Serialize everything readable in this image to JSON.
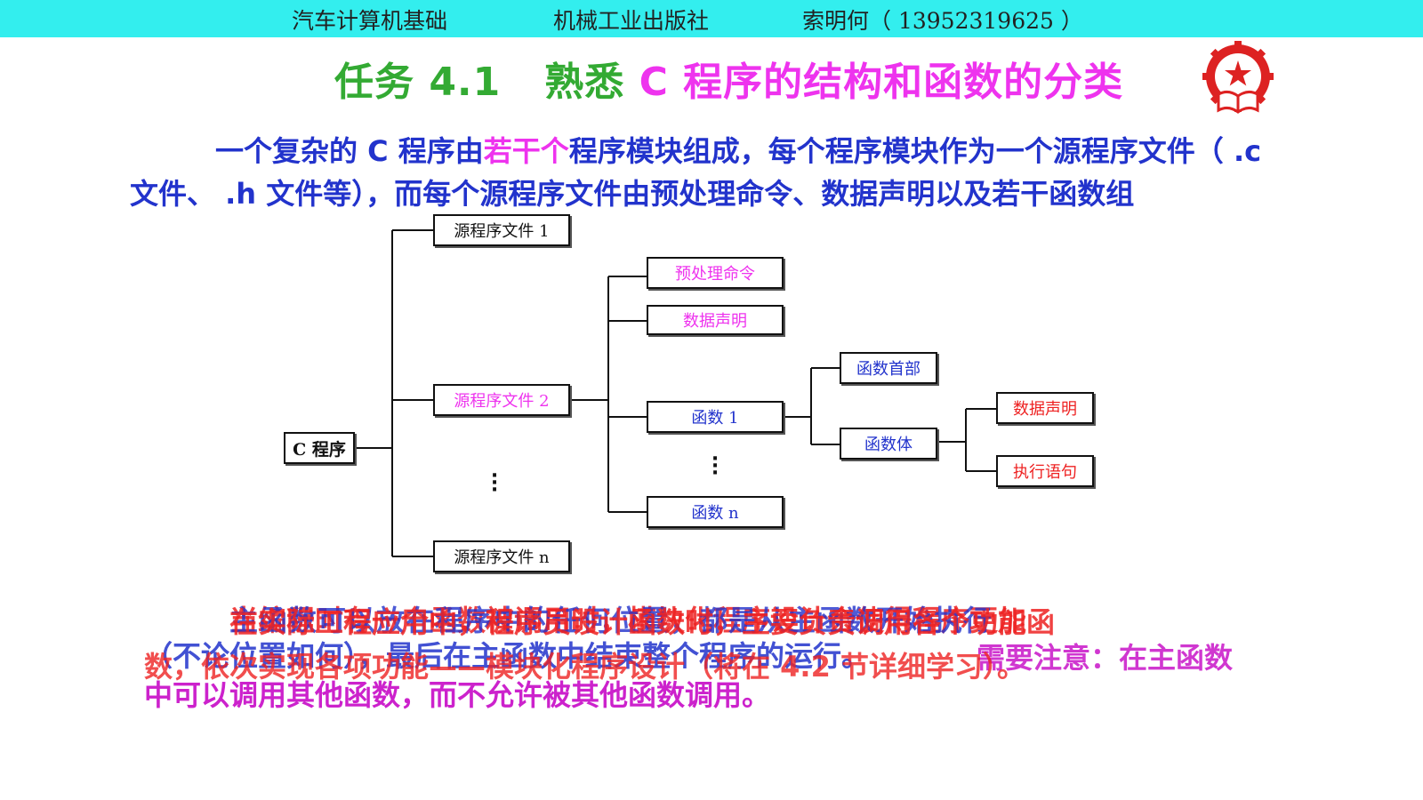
{
  "header": {
    "book": "汽车计算机基础",
    "publisher": "机械工业出版社",
    "author": "索明何（ 13952319625 ）"
  },
  "title": {
    "part1": "任务 4.1",
    "part2": "熟悉",
    "part3": "C 程序的结构和",
    "part4": "函数的分类"
  },
  "intro": {
    "line_a": "一个复杂的 C 程序由",
    "highlight": "若干个",
    "line_b": "程序模块组成，每个程序模块作为一个源程序文件（ .c 文件、 .h 文件等），而每个源程序文件由预处理命令、数据声明以及若干函数组"
  },
  "tree": {
    "root": "C 程序",
    "file1": "源程序文件 1",
    "file2": "源程序文件 2",
    "filen": "源程序文件 n",
    "preproc": "预处理命令",
    "decl": "数据声明",
    "func1": "函数 1",
    "funcn": "函数 n",
    "head": "函数首部",
    "body": "函数体",
    "body_decl": "数据声明",
    "body_exec": "执行语句"
  },
  "bottom": {
    "red1_line1": "在实际工程应用中，程序员设计函数时，主要负责调用各个功能函",
    "red1_line2": "数，依次实现各项功能——模块化程序设计（将在 4.2 节详细学习）。",
    "blue_line1": "主函数可以放在程序中的任何位置，都是从主函数开始执行",
    "blue_line2": "（不论位置如何），最后在主函数中结束整个程序的运行。",
    "magenta_line1": "需要注意：在主函数",
    "magenta_line2": "中可以调用其他函数，而不允许被其他函数调用。",
    "red2_line1": "当编程时有一个函数被调用时，模块化程序设计会使得程序更加"
  },
  "colors": {
    "header_bg": "#33eeee",
    "title_green": "#33aa33",
    "title_magenta": "#ee33ee",
    "blue": "#2233cc",
    "red": "#ee2222",
    "magenta": "#cc22cc",
    "logo_red": "#dd2222"
  }
}
